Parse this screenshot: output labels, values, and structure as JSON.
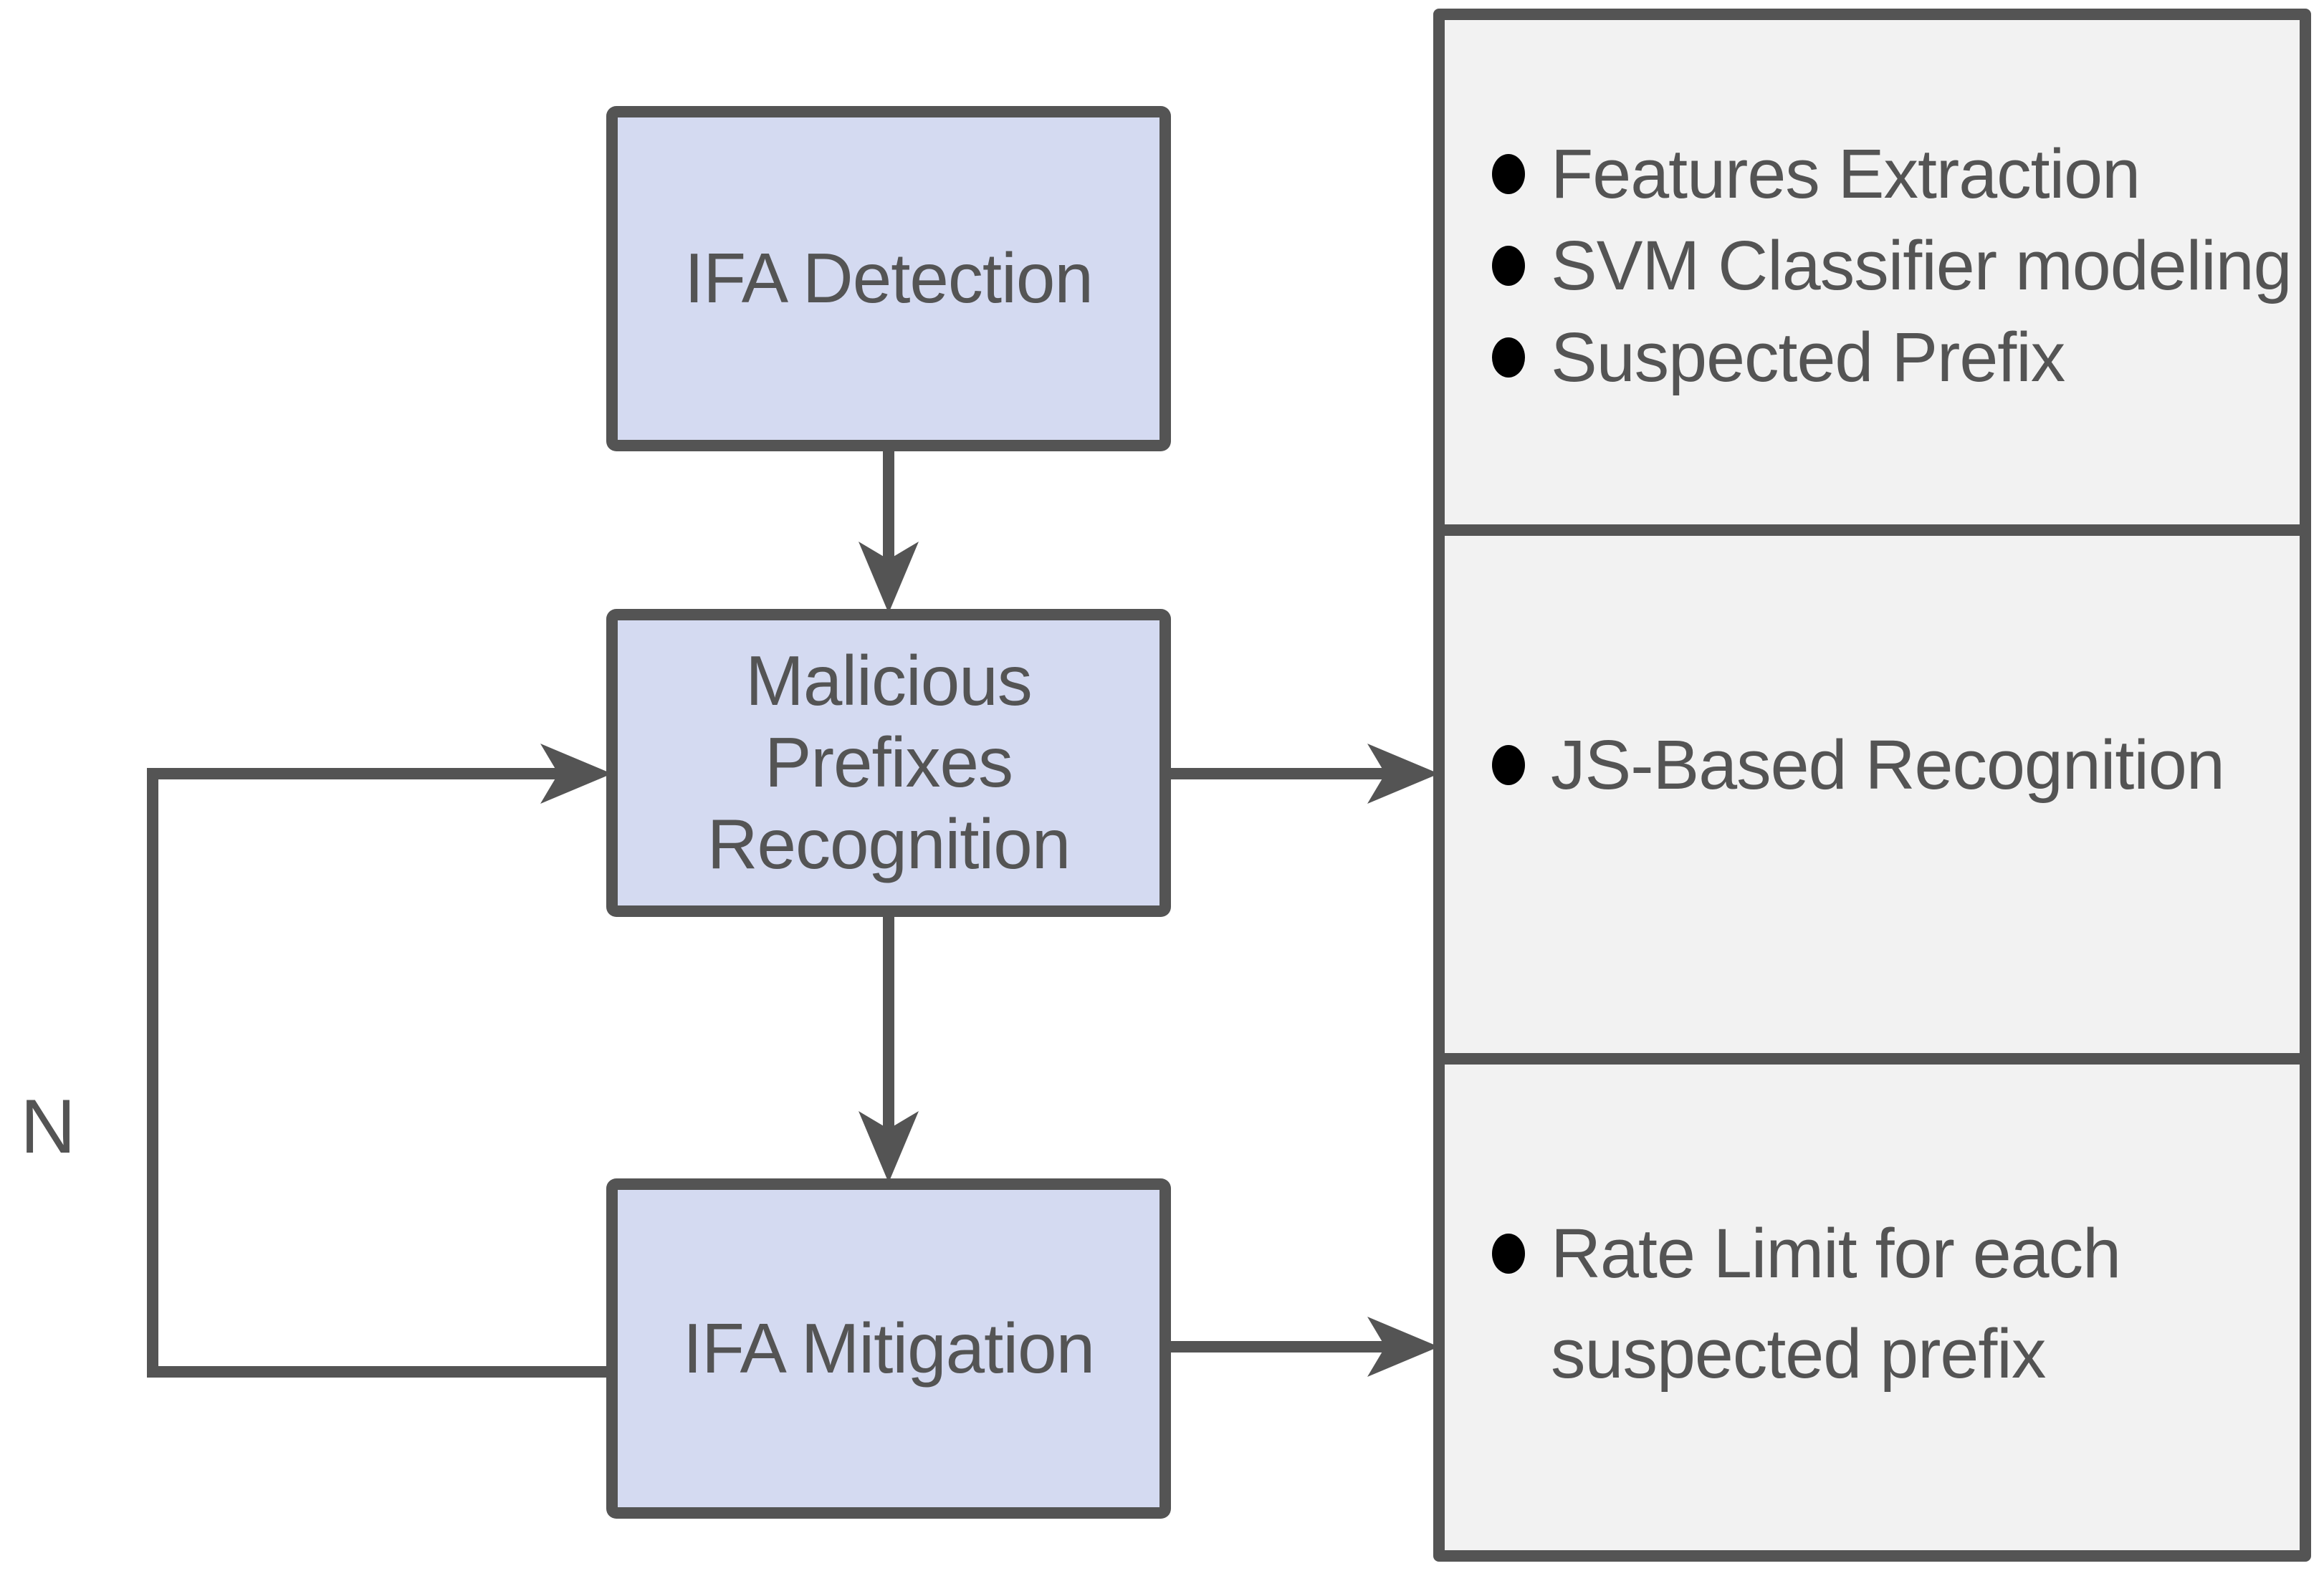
{
  "flow": {
    "nodes": [
      {
        "label": "IFA Detection"
      },
      {
        "label": "Malicious\nPrefixes\nRecognition"
      },
      {
        "label": "IFA Mitigation"
      }
    ],
    "loop_label": "N"
  },
  "panel": {
    "sections": [
      {
        "items": [
          "Features Extraction",
          "SVM Classifier modeling",
          "Suspected Prefix"
        ]
      },
      {
        "items": [
          "JS-Based Recognition"
        ]
      },
      {
        "items": [
          "Rate Limit for each\nsuspected prefix"
        ]
      }
    ]
  },
  "colors": {
    "node_fill": "#d4daf1",
    "panel_fill": "#f2f2f2",
    "line": "#545454",
    "text": "#545454",
    "bullet": "#000000"
  }
}
